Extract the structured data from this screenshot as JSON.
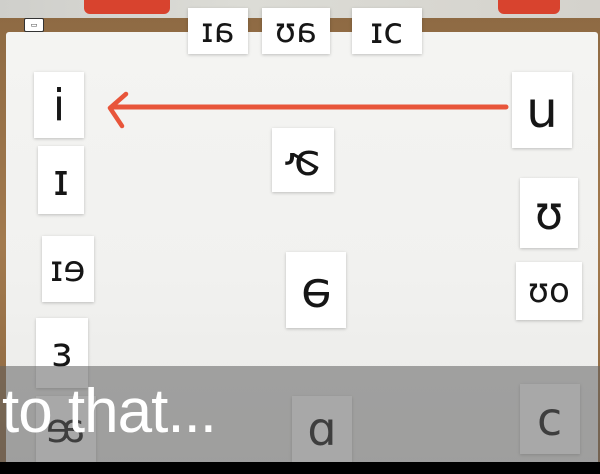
{
  "video": {
    "caption": "to that..."
  },
  "top_cards": [
    {
      "symbol": "aɪ"
    },
    {
      "symbol": "aʊ"
    },
    {
      "symbol": "ɔɪ"
    }
  ],
  "left_cards": [
    {
      "symbol": "i"
    },
    {
      "symbol": "ɪ"
    },
    {
      "symbol": "eɪ"
    },
    {
      "symbol": "ɛ"
    },
    {
      "symbol": "æ"
    }
  ],
  "center_cards": [
    {
      "symbol": "ɚ"
    },
    {
      "symbol": "ə"
    },
    {
      "symbol": "ɑ"
    }
  ],
  "right_cards": [
    {
      "symbol": "u"
    },
    {
      "symbol": "ʊ"
    },
    {
      "symbol": "oʊ"
    },
    {
      "symbol": "ɔ"
    }
  ],
  "colors": {
    "arrow": "#e8553a",
    "board": "#f2f2f0",
    "frame": "#9a7249"
  }
}
